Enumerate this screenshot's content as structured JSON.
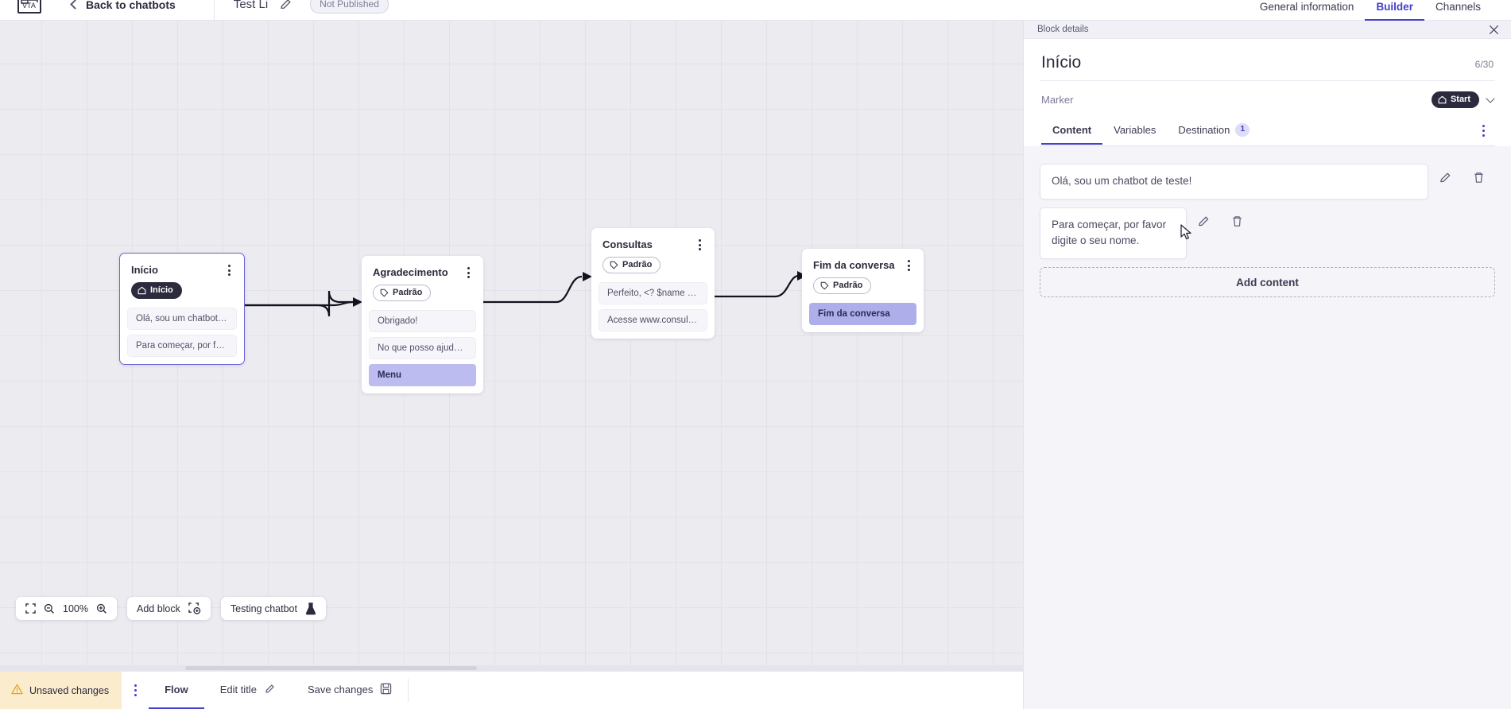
{
  "topbar": {
    "logo_name": "product-logo",
    "back_label": "Back to chatbots",
    "bot_name": "Test Li",
    "edit_icon": "pencil-icon",
    "status_badge": "Not Published"
  },
  "right_tabs": [
    {
      "label": "General information",
      "active": false
    },
    {
      "label": "Builder",
      "active": true
    },
    {
      "label": "Channels",
      "active": false
    }
  ],
  "canvas": {
    "zoom_level": "100%",
    "fit_icon": "fit-screen-icon",
    "zoom_out_icon": "zoom-out-icon",
    "zoom_in_icon": "zoom-in-icon",
    "add_block_label": "Add block",
    "add_block_icon": "add-block-icon",
    "testing_label": "Testing chatbot",
    "testing_icon": "flask-icon",
    "blocks": [
      {
        "id": "inicio",
        "title": "Início",
        "selected": true,
        "tag": {
          "label": "Início",
          "style": "start",
          "icon": "home-icon"
        },
        "items": [
          {
            "text": "Olá, sou um chatbot de teste!",
            "style": "message"
          },
          {
            "text": "Para começar, por favor digite o ...",
            "style": "message"
          }
        ]
      },
      {
        "id": "agradecimento",
        "title": "Agradecimento",
        "selected": false,
        "tag": {
          "label": "Padrão",
          "style": "default",
          "icon": "tag-icon"
        },
        "items": [
          {
            "text": "Obrigado!",
            "style": "message"
          },
          {
            "text": "No que posso ajudar, <? $name ...",
            "style": "message"
          },
          {
            "text": "Menu",
            "style": "menu"
          }
        ]
      },
      {
        "id": "consultas",
        "title": "Consultas",
        "selected": false,
        "tag": {
          "label": "Padrão",
          "style": "default",
          "icon": "tag-icon"
        },
        "items": [
          {
            "text": "Perfeito, <? $name ?>!",
            "style": "message"
          },
          {
            "text": "Acesse www.consultas.com par...",
            "style": "message"
          }
        ]
      },
      {
        "id": "fim",
        "title": "Fim da conversa",
        "selected": false,
        "tag": {
          "label": "Padrão",
          "style": "default",
          "icon": "tag-icon"
        },
        "items": [
          {
            "text": "Fim da conversa",
            "style": "endchat"
          }
        ]
      }
    ]
  },
  "statusbar": {
    "unsaved_label": "Unsaved changes",
    "warning_icon": "warning-triangle-icon",
    "kebab_icon": "more-vertical-icon",
    "flow_label": "Flow",
    "edit_title_label": "Edit title",
    "edit_title_icon": "pencil-icon",
    "save_label": "Save changes",
    "save_icon": "floppy-disk-icon"
  },
  "panel": {
    "bar_title": "Block details",
    "close_icon": "close-icon",
    "block_title": "Início",
    "char_count": "6/30",
    "marker_label": "Marker",
    "marker_value": "Start",
    "marker_icon": "home-icon",
    "marker_chevron": "chevron-down-icon",
    "tabs": [
      {
        "label": "Content",
        "active": true,
        "badge": ""
      },
      {
        "label": "Variables",
        "active": false,
        "badge": ""
      },
      {
        "label": "Destination",
        "active": false,
        "badge": "1"
      }
    ],
    "more_icon": "more-vertical-icon",
    "contents": [
      {
        "text": "Olá, sou um chatbot de teste!",
        "edit_icon": "pencil-icon",
        "delete_icon": "trash-icon"
      },
      {
        "text": "Para começar, por favor digite o seu nome.",
        "edit_icon": "pencil-icon",
        "delete_icon": "trash-icon"
      }
    ],
    "add_content_label": "Add content"
  },
  "colors": {
    "accent": "#4340c9",
    "block_selected_border": "#6c63d8",
    "tag_start_bg": "#2b2b3d",
    "menu_item_bg": "#bcbcf0",
    "unsaved_bg": "#fbeccd",
    "canvas_bg": "#ebebf0"
  }
}
